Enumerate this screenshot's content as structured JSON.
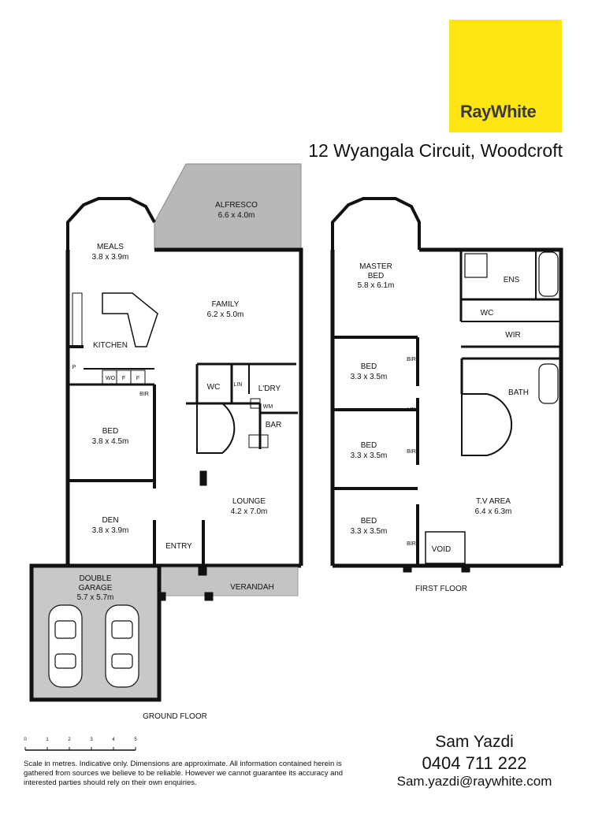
{
  "brand": {
    "name": "RayWhite",
    "color": "#ffe512"
  },
  "address": "12 Wyangala Circuit, Woodcroft",
  "ground_floor": {
    "caption": "GROUND FLOOR",
    "rooms": {
      "alfresco": {
        "name": "ALFRESCO",
        "size": "6.6 x 4.0m"
      },
      "meals": {
        "name": "MEALS",
        "size": "3.8 x 3.9m"
      },
      "family": {
        "name": "FAMILY",
        "size": "6.2 x 5.0m"
      },
      "kitchen": {
        "name": "KITCHEN"
      },
      "bed": {
        "name": "BED",
        "size": "3.8 x 4.5m"
      },
      "den": {
        "name": "DEN",
        "size": "3.8 x 3.9m"
      },
      "lounge": {
        "name": "LOUNGE",
        "size": "4.2 x 7.0m"
      },
      "entry": {
        "name": "ENTRY"
      },
      "verandah": {
        "name": "VERANDAH"
      },
      "garage": {
        "name_line1": "DOUBLE",
        "name_line2": "GARAGE",
        "size": "5.7 x 5.7m"
      },
      "wc": {
        "name": "WC"
      },
      "laundry": {
        "name": "L'DRY"
      },
      "bar": {
        "name": "BAR"
      },
      "lin": {
        "name": "LIN"
      },
      "wm": {
        "name": "WM"
      },
      "pantry": {
        "name": "P"
      },
      "wo": {
        "name": "WO"
      },
      "fridge1": {
        "name": "F"
      },
      "fridge2": {
        "name": "F"
      },
      "bir": {
        "name": "BIR"
      }
    }
  },
  "first_floor": {
    "caption": "FIRST FLOOR",
    "rooms": {
      "master_bed": {
        "name_line1": "MASTER",
        "name_line2": "BED",
        "size": "5.8 x 6.1m"
      },
      "ens": {
        "name": "ENS"
      },
      "wc": {
        "name": "WC"
      },
      "wir": {
        "name": "WIR"
      },
      "bed1": {
        "name": "BED",
        "size": "3.3 x 3.5m"
      },
      "bed2": {
        "name": "BED",
        "size": "3.3 x 3.5m"
      },
      "bed3": {
        "name": "BED",
        "size": "3.3 x 3.5m"
      },
      "bath": {
        "name": "BATH"
      },
      "tv_area": {
        "name": "T.V AREA",
        "size": "6.4 x 6.3m"
      },
      "void": {
        "name": "VOID"
      },
      "bir1": {
        "name": "BIR"
      },
      "bir2": {
        "name": "BIR"
      },
      "bir3": {
        "name": "BIR"
      },
      "lin": {
        "name": "LIN"
      }
    }
  },
  "scale": {
    "ticks": [
      "0",
      "1",
      "2",
      "3",
      "4",
      "5"
    ]
  },
  "disclaimer": "Scale in metres. Indicative only. Dimensions are approximate. All information contained herein is gathered from sources we believe to be reliable. However we cannot guarantee its accuracy and interested parties should rely on their own enquiries.",
  "agent": {
    "name": "Sam Yazdi",
    "phone": "0404 711 222",
    "email": "Sam.yazdi@raywhite.com"
  }
}
